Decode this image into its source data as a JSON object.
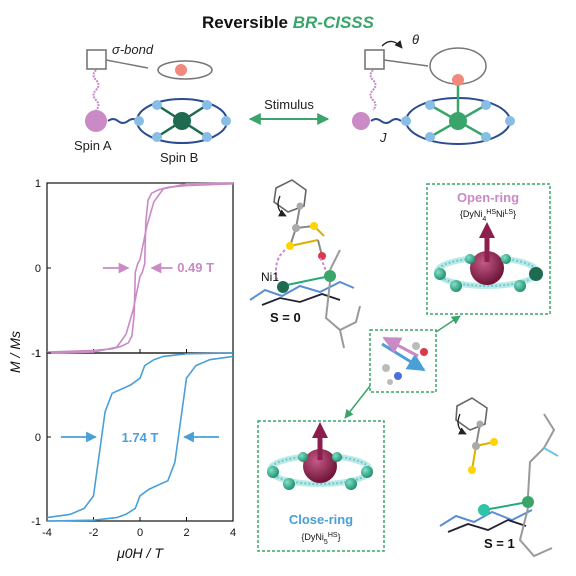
{
  "title": {
    "prefix": "Reversible ",
    "highlight": "BR-CISSS"
  },
  "scheme": {
    "sigma_label": "σ-bond",
    "theta_label": "θ",
    "spin_a": "Spin A",
    "spin_b": "Spin B",
    "stimulus": "Stimulus",
    "j_label": "J"
  },
  "colors": {
    "green_accent": "#3aa56a",
    "pink": "#c98ac5",
    "blue": "#4a9fd8",
    "navy": "#2c4c8f",
    "salmon": "#f08a7e",
    "dark_green_node": "#1e6b52",
    "light_blue_node": "#88bde6",
    "dy_purple": "#8d1f4e"
  },
  "states": {
    "open": {
      "title": "Open-ring",
      "formula_parts": [
        "{DyNi",
        "4",
        "HS",
        "Ni",
        "LS",
        "}"
      ]
    },
    "close": {
      "title": "Close-ring",
      "formula_parts": [
        "{DyNi",
        "5",
        "HS",
        "}"
      ]
    },
    "s0": "S = 0",
    "s1": "S = 1",
    "ni1": "Ni1"
  },
  "chart_data": [
    {
      "type": "line",
      "title": "",
      "xlabel": "μ0H / T",
      "ylabel": "M / Ms",
      "xlim": [
        -4,
        4
      ],
      "ylim": [
        -1,
        1
      ],
      "xticks": [
        "-4",
        "-2",
        "0",
        "2",
        "4"
      ],
      "yticks": [
        "-1",
        "0",
        "1"
      ],
      "annotation": "0.49 T",
      "series": [
        {
          "x": [
            -4,
            -2,
            -1.2,
            -0.8,
            -0.5,
            -0.35,
            -0.25,
            -0.2,
            -0.1,
            0.0,
            0.3,
            0.6,
            1.0,
            2,
            4
          ],
          "y": [
            -0.99,
            -0.97,
            -0.95,
            -0.92,
            -0.88,
            -0.8,
            -0.55,
            -0.05,
            0.05,
            0.1,
            0.5,
            0.78,
            0.93,
            0.99,
            1.0
          ]
        },
        {
          "x": [
            4,
            2,
            1.2,
            0.8,
            0.5,
            0.35,
            0.25,
            0.2,
            0.1,
            0.0,
            -0.3,
            -0.6,
            -1.0,
            -2,
            -4
          ],
          "y": [
            0.99,
            0.97,
            0.95,
            0.92,
            0.88,
            0.8,
            0.55,
            0.05,
            -0.05,
            -0.1,
            -0.5,
            -0.78,
            -0.93,
            -0.99,
            -1.0
          ]
        }
      ]
    },
    {
      "type": "line",
      "title": "",
      "xlabel": "μ0H / T",
      "ylabel": "M / Ms",
      "xlim": [
        -4,
        4
      ],
      "ylim": [
        -1,
        1
      ],
      "xticks": [
        "-4",
        "-2",
        "0",
        "2",
        "4"
      ],
      "yticks": [
        "-1",
        "0",
        "1"
      ],
      "annotation": "1.74 T",
      "series": [
        {
          "x": [
            -4,
            -3,
            -2.4,
            -2.0,
            -1.75,
            -1.5,
            -1.2,
            -0.8,
            -0.4,
            0.0,
            0.2,
            0.6,
            1.0,
            2,
            4
          ],
          "y": [
            -0.96,
            -0.92,
            -0.85,
            -0.7,
            -0.2,
            0.3,
            0.52,
            0.57,
            0.62,
            0.7,
            0.85,
            0.92,
            0.96,
            0.99,
            1.0
          ]
        },
        {
          "x": [
            4,
            3,
            2.4,
            2.0,
            1.75,
            1.5,
            1.2,
            0.8,
            0.4,
            0.0,
            -0.2,
            -0.6,
            -1.0,
            -2,
            -4
          ],
          "y": [
            0.96,
            0.92,
            0.85,
            0.7,
            0.2,
            -0.3,
            -0.52,
            -0.57,
            -0.62,
            -0.7,
            -0.85,
            -0.92,
            -0.96,
            -0.99,
            -1.0
          ]
        }
      ]
    }
  ]
}
